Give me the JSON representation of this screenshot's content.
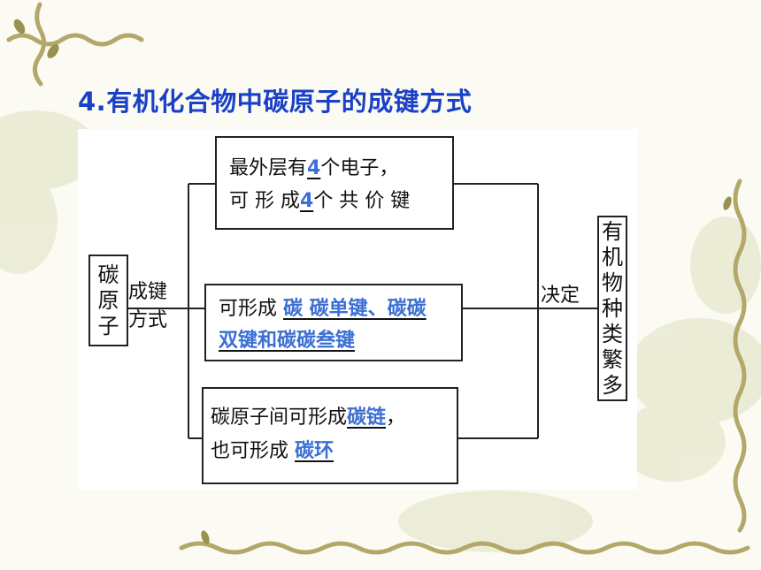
{
  "title": "4.有机化合物中碳原子的成键方式",
  "colors": {
    "title": "#1a40c8",
    "answer": "#3b6fd4"
  },
  "left_box": [
    "碳",
    "原",
    "子"
  ],
  "connector_label": [
    "成键",
    "方式"
  ],
  "box1": {
    "line1": {
      "pre": "最外层有",
      "blank": "4",
      "post": "个电子，"
    },
    "line2": {
      "pre": "可 形 成",
      "blank": "4",
      "post": "个 共 价 键"
    }
  },
  "box2": {
    "line1": {
      "pre": "可形成 ",
      "blank": "碳 碳单键、碳碳"
    },
    "line2": {
      "blank": "双键和碳碳叁键"
    }
  },
  "box3": {
    "line1": {
      "pre": "碳原子间可形成",
      "blank": "碳链",
      "post": "，"
    },
    "line2": {
      "pre": "也可形成 ",
      "blank": "碳环"
    }
  },
  "decide_label": "决定",
  "right_box": [
    "有",
    "机",
    "物",
    "种",
    "类",
    "繁",
    "多"
  ]
}
